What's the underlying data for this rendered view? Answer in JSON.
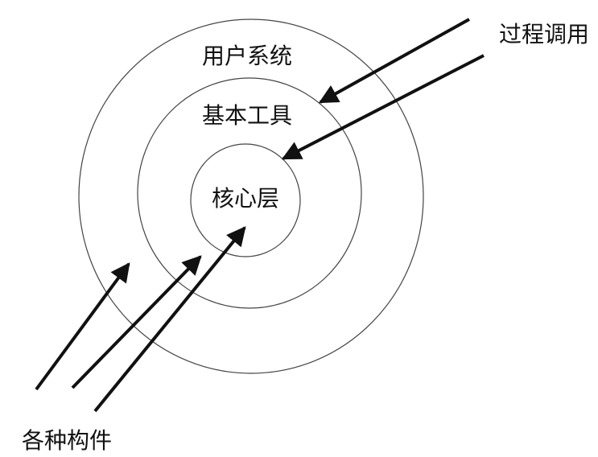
{
  "layers": {
    "outer": "用户系统",
    "middle": "基本工具",
    "inner": "核心层"
  },
  "labels": {
    "procedure_call": "过程调用",
    "components": "各种构件"
  },
  "colors": {
    "stroke": "#111111",
    "ring": "#444444"
  }
}
